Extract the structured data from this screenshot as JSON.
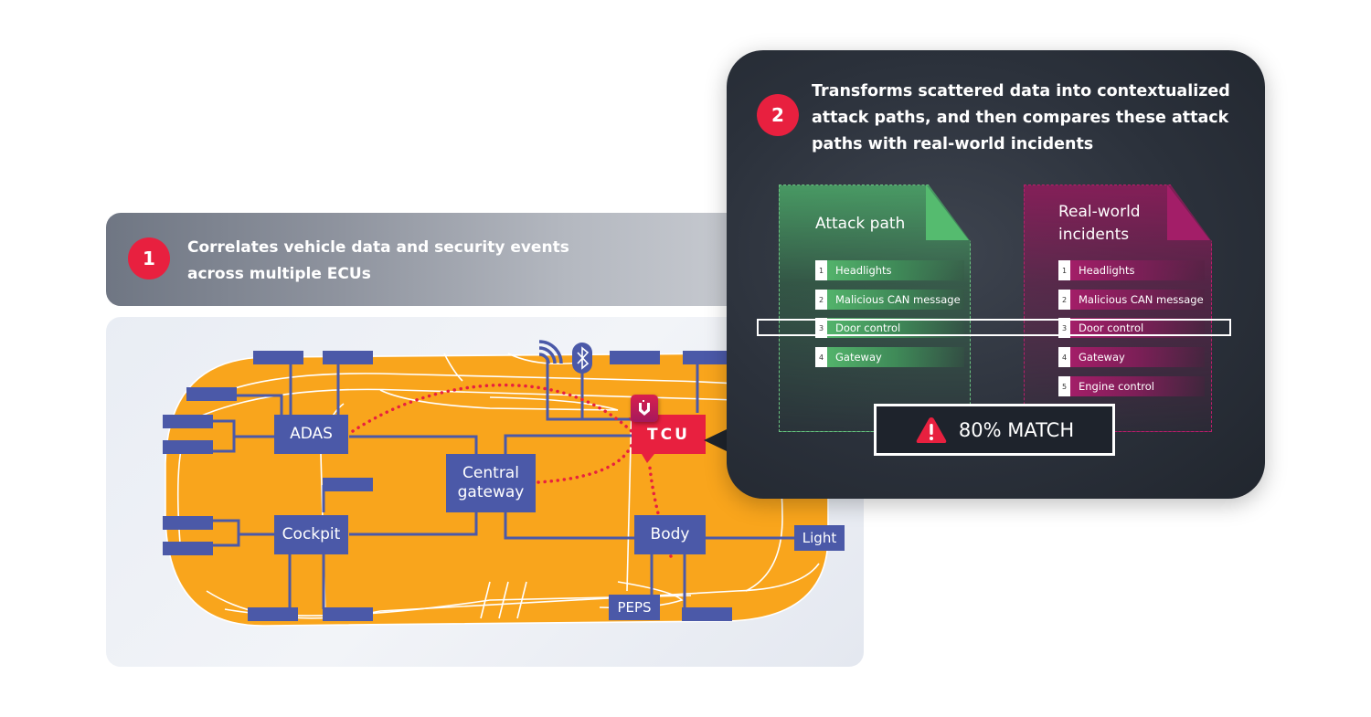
{
  "step1": {
    "number": "1",
    "text": "Correlates vehicle data and security events across multiple ECUs"
  },
  "step2": {
    "number": "2",
    "text": "Transforms scattered data into contextualized attack paths, and then compares these attack paths with real-world incidents"
  },
  "vehicle": {
    "ecus": {
      "adas": "ADAS",
      "cockpit": "Cockpit",
      "central_gateway": "Central gateway",
      "body": "Body",
      "tcu": "TCU",
      "light": "Light",
      "peps": "PEPS"
    },
    "icons": [
      "wifi-icon",
      "bluetooth-icon",
      "shield-logo-icon"
    ],
    "colors": {
      "car_body": "#f9a51c",
      "ecu": "#4b59a8",
      "tcu": "#e8203f",
      "attack_trace": "#e8203f"
    }
  },
  "attack_path": {
    "title": "Attack path",
    "items": [
      {
        "num": "1",
        "label": "Headlights"
      },
      {
        "num": "2",
        "label": "Malicious CAN message"
      },
      {
        "num": "3",
        "label": "Door control"
      },
      {
        "num": "4",
        "label": "Gateway"
      }
    ],
    "color": "#53b36b"
  },
  "real_world": {
    "title": "Real-world incidents",
    "items": [
      {
        "num": "1",
        "label": "Headlights"
      },
      {
        "num": "2",
        "label": "Malicious CAN message"
      },
      {
        "num": "3",
        "label": "Door control"
      },
      {
        "num": "4",
        "label": "Gateway"
      },
      {
        "num": "5",
        "label": "Engine control"
      }
    ],
    "color": "#a31e68"
  },
  "match": {
    "label": "80% MATCH",
    "percent": 80,
    "highlighted_item": "Door control"
  }
}
